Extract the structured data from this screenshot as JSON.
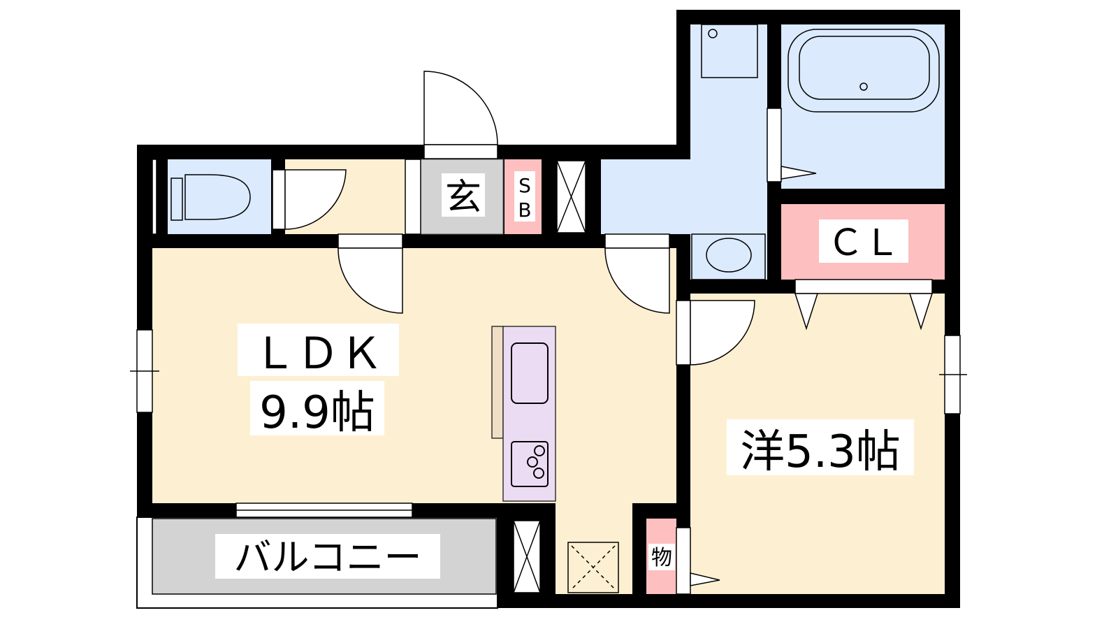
{
  "plan": {
    "genkan": "玄",
    "shoe_box_line1": "S",
    "shoe_box_line2": "B",
    "closet": "ＣＬ",
    "ldk_name": "ＬＤＫ",
    "ldk_size": "9.9帖",
    "western_room": "洋5.3帖",
    "balcony": "バルコニー",
    "storage": "物"
  },
  "colors": {
    "wall": "#000000",
    "room_cream": "#fdf0d2",
    "wet_blue": "#dbeafd",
    "storage_pink": "#fdbfbf",
    "genkan_gray": "#d3d3d3",
    "kitchen_lilac": "#ecdcf3"
  }
}
